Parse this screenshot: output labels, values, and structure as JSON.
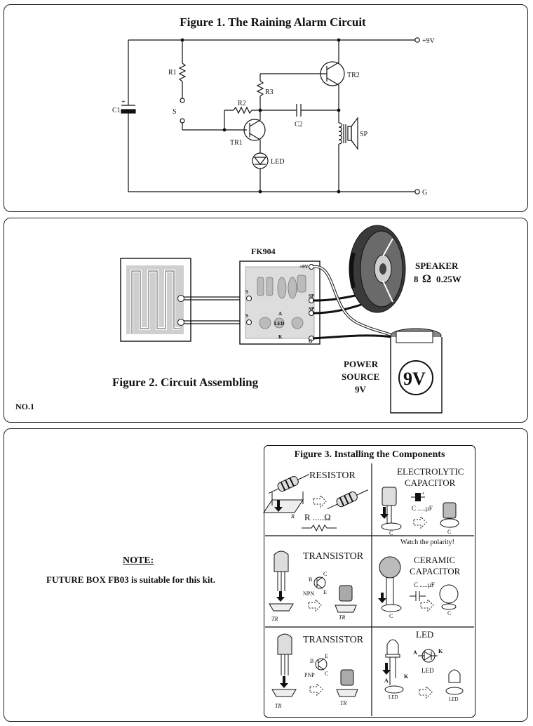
{
  "figure1": {
    "title": "Figure 1. The Raining Alarm Circuit",
    "labels": {
      "v9": "+9V",
      "g": "G",
      "r1": "R1",
      "s": "S",
      "c1": "C1",
      "plus": "+",
      "r3": "R3",
      "r2": "R2",
      "c2": "C2",
      "tr1": "TR1",
      "tr2": "TR2",
      "led": "LED",
      "sp": "SP"
    }
  },
  "figure2": {
    "title": "Figure 2. Circuit Assembling",
    "board_label": "FK904",
    "speaker_label": "SPEAKER",
    "speaker_spec_ohm": "8",
    "speaker_spec_sym": "Ω",
    "speaker_spec_w": "0.25W",
    "power_line1": "POWER",
    "power_line2": "SOURCE",
    "power_line3": "9V",
    "battery_label": "9V",
    "page_no": "NO.1",
    "pcb_marks": {
      "s1": "S",
      "s2": "S",
      "sp1": "SP",
      "sp2": "SP",
      "v9": "+9V",
      "g": "G",
      "a": "A",
      "k": "K",
      "led": "LED"
    }
  },
  "figure3": {
    "title": "Figure 3. Installing the Components",
    "resistor": {
      "title": "RESISTOR",
      "symbol_text": "R .....Ω",
      "body_mark": "R"
    },
    "electrolytic": {
      "title1": "ELECTROLYTIC",
      "title2": "CAPACITOR",
      "symbol_text": "C .....µF",
      "polarity": "Watch the polarity!",
      "mark": "C",
      "plus": "+"
    },
    "transistor_npn": {
      "title": "TRANSISTOR",
      "type": "NPN",
      "b": "B",
      "c": "C",
      "e": "E",
      "mark": "TR"
    },
    "ceramic": {
      "title1": "CERAMIC",
      "title2": "CAPACITOR",
      "symbol_text": "C .....µF",
      "mark": "C"
    },
    "transistor_pnp": {
      "title": "TRANSISTOR",
      "type": "PNP",
      "b": "B",
      "c": "C",
      "e": "E",
      "mark": "TR"
    },
    "led": {
      "title": "LED",
      "a": "A",
      "k": "K",
      "symbol_label": "LED",
      "mark": "LED"
    }
  },
  "note": {
    "heading": "NOTE:",
    "text": "FUTURE BOX FB03 is suitable for this kit."
  }
}
